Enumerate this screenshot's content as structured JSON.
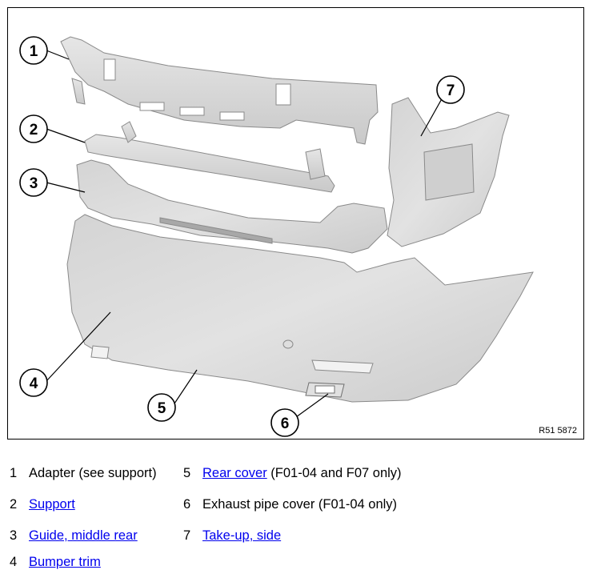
{
  "figure": {
    "code": "R51 5872",
    "callouts": [
      "1",
      "2",
      "3",
      "4",
      "5",
      "6",
      "7"
    ]
  },
  "legend": [
    {
      "num": "1",
      "link": "",
      "text": "Adapter (see support)",
      "suffix": ""
    },
    {
      "num": "2",
      "link": "Support",
      "text": "",
      "suffix": ""
    },
    {
      "num": "3",
      "link": "Guide, middle rear",
      "text": "",
      "suffix": ""
    },
    {
      "num": "4",
      "link": "Bumper trim",
      "text": "",
      "suffix": ""
    },
    {
      "num": "5",
      "link": "Rear cover",
      "text": "",
      "suffix": " (F01-04 and F07 only)"
    },
    {
      "num": "6",
      "link": "",
      "text": "Exhaust pipe cover (F01-04 only)",
      "suffix": ""
    },
    {
      "num": "7",
      "link": "Take-up, side",
      "text": "",
      "suffix": ""
    }
  ],
  "colors": {
    "part_fill": "#dcdcdc",
    "part_stroke": "#8a8a8a",
    "link": "#0000ee"
  }
}
